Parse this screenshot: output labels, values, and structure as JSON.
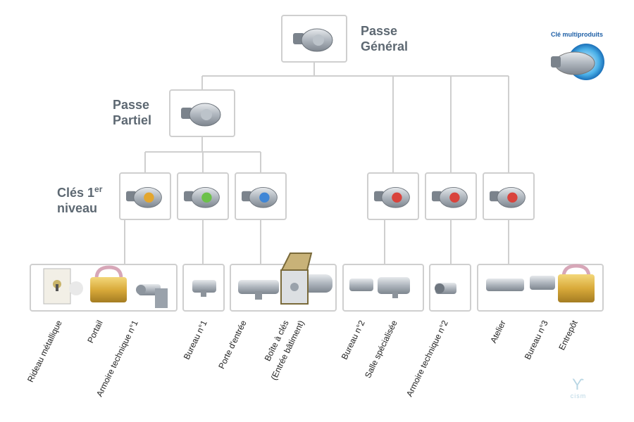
{
  "titles": {
    "passe_general": [
      "Passe",
      "Général"
    ],
    "passe_partiel": [
      "Passe",
      "Partiel"
    ],
    "cles_niveau": {
      "prefix": "Clés 1",
      "sup": "er",
      "line2": "niveau"
    }
  },
  "badge": {
    "label": "Clé multiproduits"
  },
  "logo": {
    "text": "cism"
  },
  "first_level_keys": [
    {
      "color": "#e3a62e"
    },
    {
      "color": "#6cc14a"
    },
    {
      "color": "#3f86d6"
    },
    {
      "color": "#d9433c"
    },
    {
      "color": "#d9433c"
    },
    {
      "color": "#d9433c"
    }
  ],
  "locations": [
    "Rideau métallique",
    "Portail",
    "Armoire technique n°1",
    "Bureau n°1",
    "Porte d'entrée",
    "Boîte à clés",
    "(Entrée bâtiment)",
    "Bureau n°2",
    "Salle spécialisée",
    "Armoire technique n°2",
    "Atelier",
    "Bureau n°3",
    "Entrepôt"
  ],
  "colors": {
    "line": "#cfcfcf",
    "title": "#5d6872",
    "key_metal": "#b9bfc6"
  }
}
